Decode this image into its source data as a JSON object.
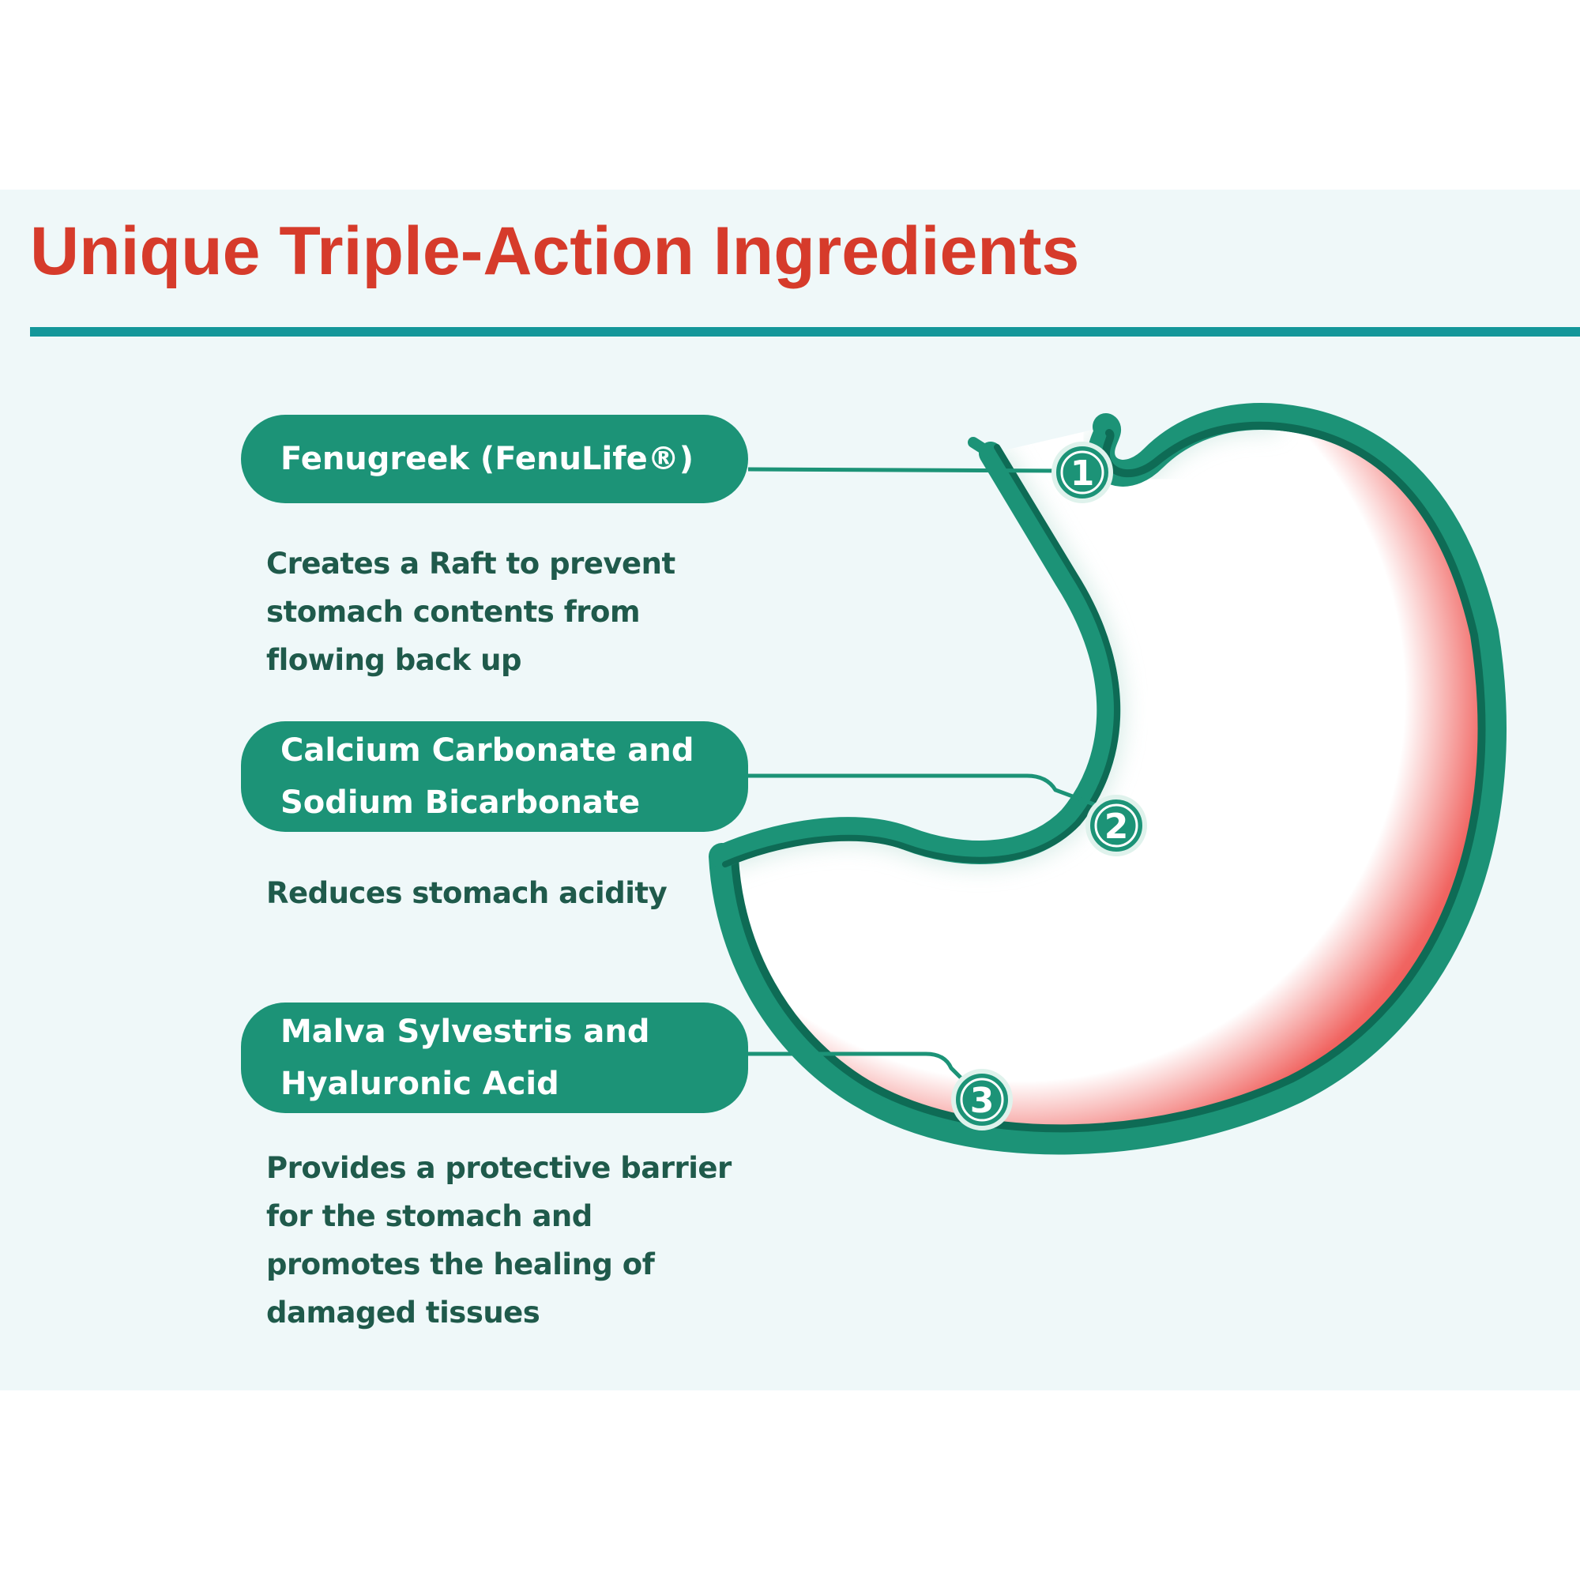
{
  "title": "Unique Triple-Action Ingredients",
  "colors": {
    "title": "#d63b2b",
    "accent_rule": "#14979a",
    "pill": "#1c9377",
    "description_text": "#1f5a4b",
    "stomach_outer": "#1c9377",
    "stomach_inner": "#0e6b55",
    "inflammation": "#ee4a46",
    "panel_bg": "#eff8f9"
  },
  "ingredients": [
    {
      "number": "1",
      "name_lines": [
        "Fenugreek (FenuLife®)"
      ],
      "description_lines": [
        "Creates a Raft to prevent",
        "stomach contents from",
        "flowing back up"
      ]
    },
    {
      "number": "2",
      "name_lines": [
        "Calcium Carbonate and",
        "Sodium Bicarbonate"
      ],
      "description_lines": [
        "Reduces stomach acidity"
      ]
    },
    {
      "number": "3",
      "name_lines": [
        "Malva Sylvestris and",
        "Hyaluronic Acid"
      ],
      "description_lines": [
        "Provides a protective barrier",
        "for the stomach and",
        "promotes the healing of",
        "damaged tissues"
      ]
    }
  ],
  "illustration": "stomach-illustration"
}
